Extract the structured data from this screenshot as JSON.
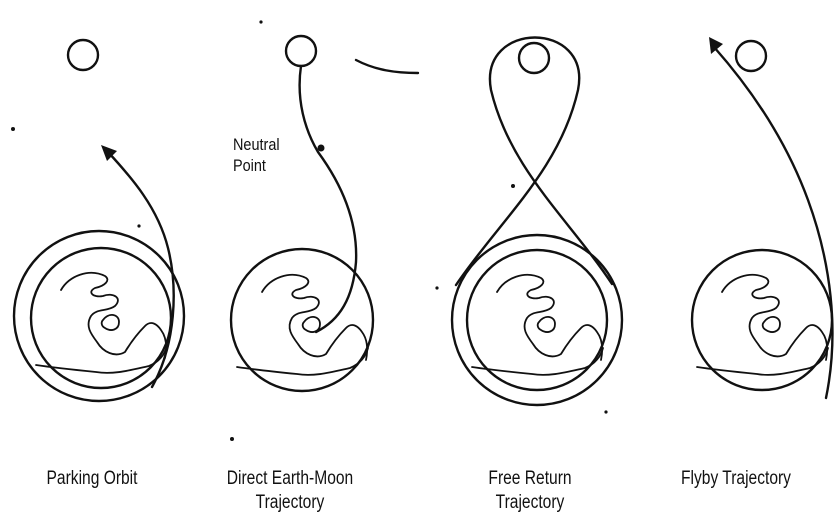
{
  "panels": [
    {
      "id": "parking",
      "caption_lines": [
        "Parking Orbit"
      ]
    },
    {
      "id": "direct",
      "caption_lines": [
        "Direct Earth-Moon",
        "Trajectory"
      ]
    },
    {
      "id": "free-return",
      "caption_lines": [
        "Free Return",
        "Trajectory"
      ]
    },
    {
      "id": "flyby",
      "caption_lines": [
        "Flyby Trajectory"
      ]
    }
  ],
  "annotations": {
    "neutral_point_lines": [
      "Neutral",
      "Point"
    ]
  },
  "icons": [
    "moon-icon",
    "earth-icon",
    "trajectory-arrow-icon"
  ]
}
